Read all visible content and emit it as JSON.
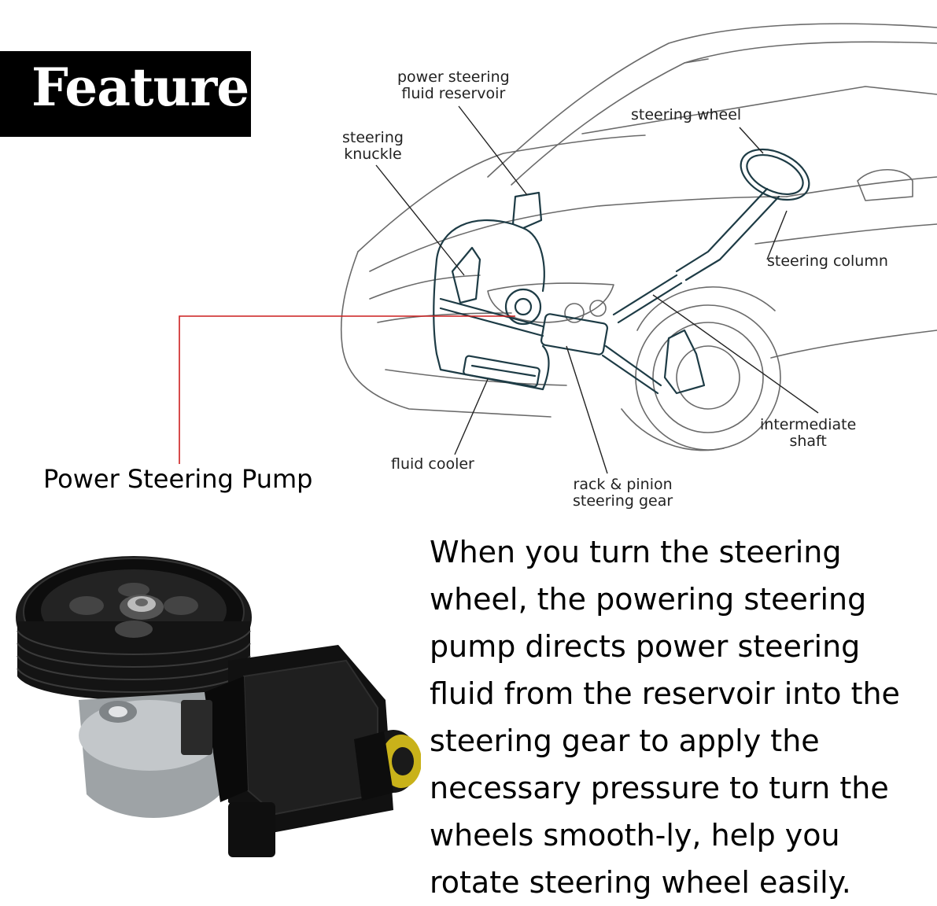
{
  "header": {
    "title": "Feature"
  },
  "diagram": {
    "labels": {
      "reservoir_line1": "power steering",
      "reservoir_line2": "fluid reservoir",
      "knuckle_line1": "steering",
      "knuckle_line2": "knuckle",
      "steering_wheel": "steering wheel",
      "steering_column": "steering column",
      "intermediate_line1": "intermediate",
      "intermediate_line2": "shaft",
      "fluid_cooler": "fluid cooler",
      "rack_line1": "rack & pinion",
      "rack_line2": "steering gear"
    },
    "pump_label": "Power Steering Pump",
    "colors": {
      "pointer": "#cc1f1f",
      "outline": "#555555",
      "system": "#1d3b45"
    }
  },
  "description": {
    "lines": [
      "When you turn the steering",
      "wheel, the powering steering",
      "pump directs power steering",
      "fluid from the reservoir into the",
      "steering gear to apply the",
      "necessary pressure to turn the",
      "wheels smooth-ly, help you",
      "rotate steering wheel easily."
    ]
  }
}
